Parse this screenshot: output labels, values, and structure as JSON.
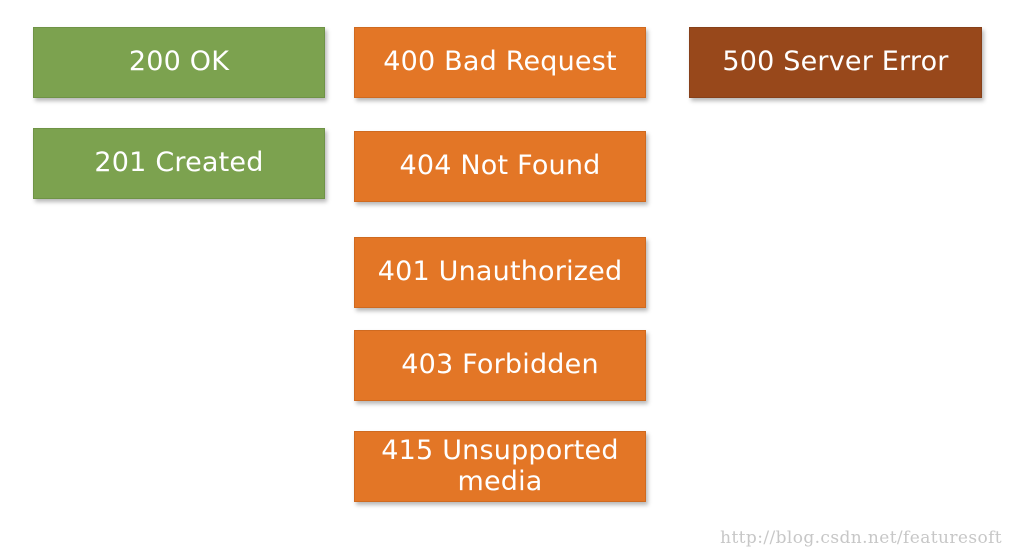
{
  "success_codes": {
    "ok": "200 OK",
    "created": "201 Created"
  },
  "client_error_codes": {
    "bad_request": "400 Bad Request",
    "not_found": "404 Not Found",
    "unauthorized": "401 Unauthorized",
    "forbidden": "403 Forbidden",
    "unsupported_media": "415 Unsupported media"
  },
  "server_error_codes": {
    "server_error": "500 Server Error"
  },
  "watermark": "http://blog.csdn.net/featuresoft",
  "colors": {
    "success": "#7ca24f",
    "client_error": "#e37626",
    "server_error": "#98481b"
  }
}
